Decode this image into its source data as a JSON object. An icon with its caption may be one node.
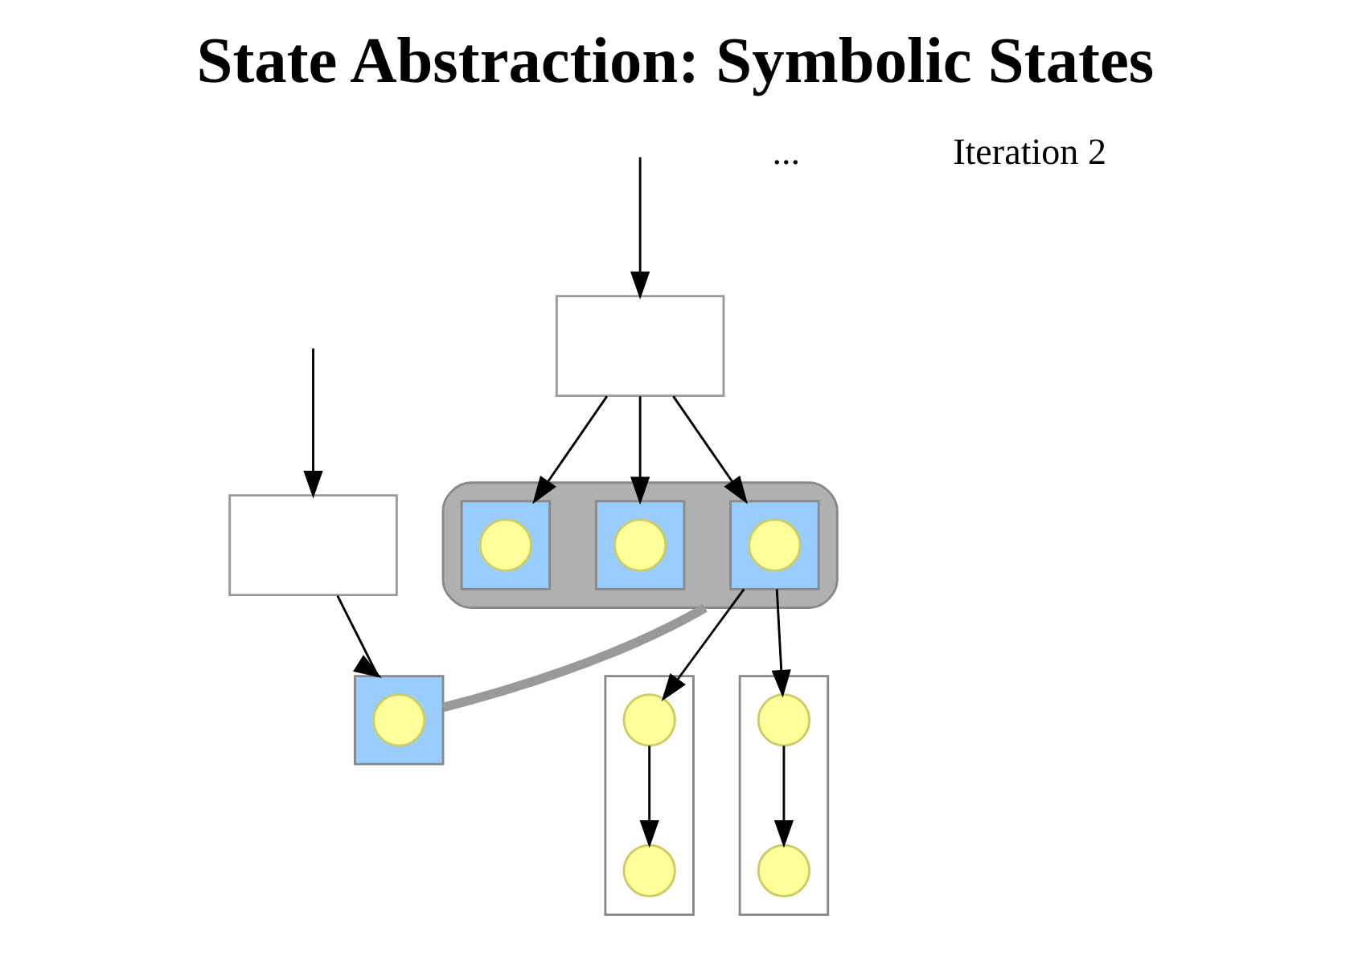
{
  "diagram": {
    "title": "State Abstraction: Symbolic States",
    "nodes": [
      {
        "text": [],
        "shape": "box"
      },
      {
        "text": [],
        "shape": "ellipse"
      },
      {
        "text": [],
        "shape": "box",
        "in": 1
      },
      {
        "text": [],
        "shape": "box",
        "in": 1
      },
      {
        "text": [],
        "shape": "box",
        "in": 1
      },
      {
        "text": [],
        "shape": "circle",
        "in": 2
      },
      {
        "text": [],
        "shape": "circle",
        "in": 3
      },
      {
        "text": [],
        "shape": "circle",
        "in": 4
      },
      {
        "text": [],
        "shape": "box"
      },
      {
        "text": [],
        "shape": "circle",
        "in": 8
      },
      {
        "text": [],
        "shape": "circle",
        "in": 8
      },
      {
        "text": [],
        "shape": "box"
      },
      {
        "text": [],
        "shape": "circle",
        "in": 11
      },
      {
        "text": [],
        "shape": "circle",
        "in": 11
      },
      {
        "text": [],
        "shape": "box"
      },
      {
        "text": [],
        "shape": "box"
      },
      {
        "text": [],
        "shape": "circle",
        "in": 15
      }
    ],
    "edges": [
      {
        "from": null,
        "to": 0,
        "arrow": "to"
      },
      {
        "from": 0,
        "to": 2,
        "arrow": "to"
      },
      {
        "from": 0,
        "to": 3,
        "arrow": "to"
      },
      {
        "from": 0,
        "to": 4,
        "arrow": "to"
      },
      {
        "from": 2,
        "to": 9,
        "arrow": "to"
      },
      {
        "from": 2,
        "to": 12,
        "arrow": "to"
      },
      {
        "from": 9,
        "to": 10,
        "arrow": "to"
      },
      {
        "from": 12,
        "to": 13,
        "arrow": "to"
      },
      {
        "from": 1,
        "to": 15,
        "arrow": "none",
        "style": "thick",
        "color": "#999999"
      },
      {
        "from": null,
        "to": 14,
        "arrow": "to"
      },
      {
        "from": 14,
        "to": 15,
        "arrow": "to"
      }
    ],
    "labels": [
      "...",
      "Iteration 2"
    ]
  }
}
